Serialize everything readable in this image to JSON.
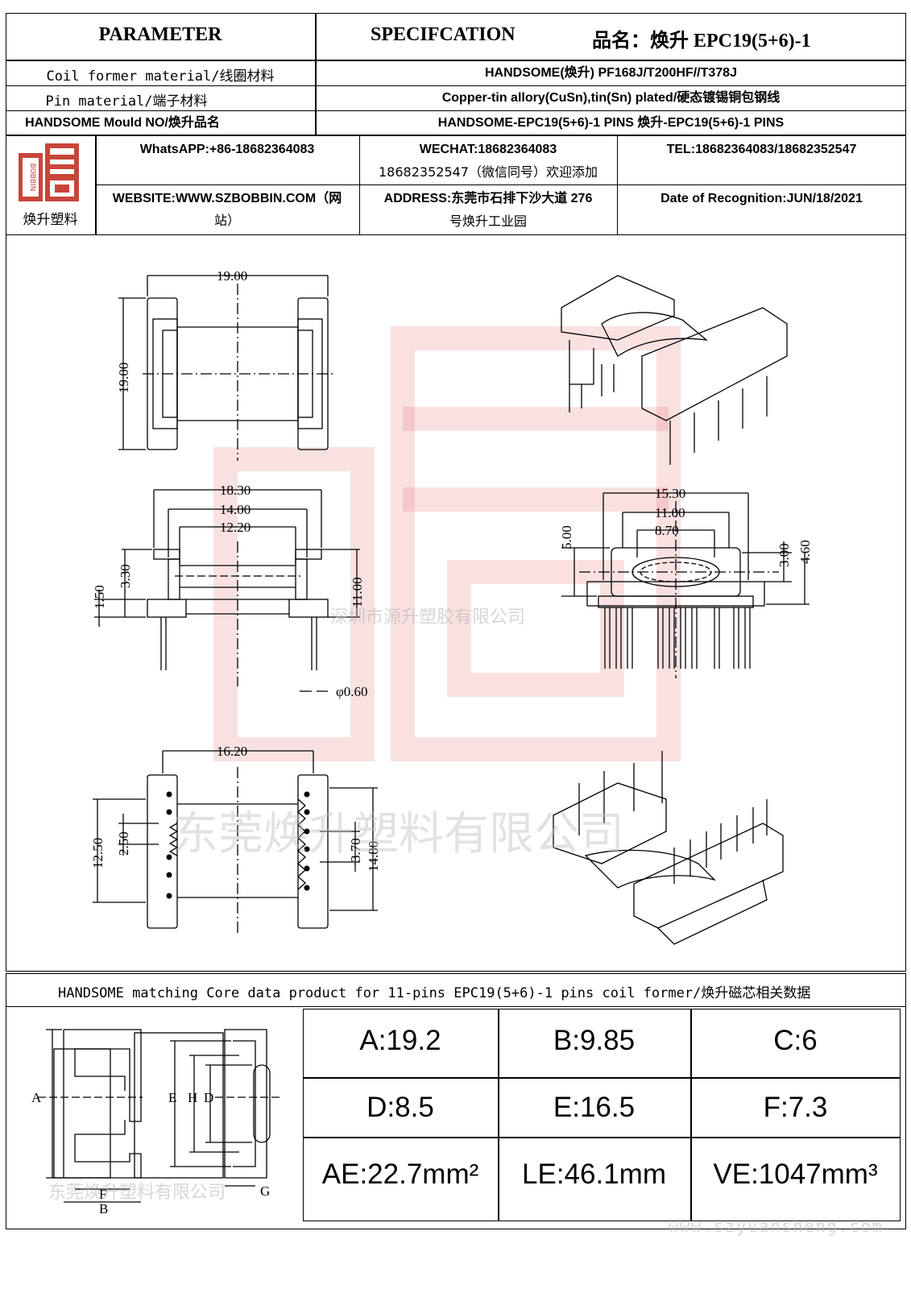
{
  "header": {
    "parameter": "PARAMETER",
    "specification": "SPECIFCATION",
    "product_name": "品名：焕升 EPC19(5+6)-1"
  },
  "rows": [
    {
      "label": "Coil former material/线圈材料",
      "value": "HANDSOME(焕升)   PF168J/T200HF//T378J"
    },
    {
      "label": "Pin material/端子材料",
      "value": "Copper-tin allory(CuSn),tin(Sn) plated/硬态镀锡铜包钢线"
    },
    {
      "label": "HANDSOME Mould NO/焕升品名",
      "value": "HANDSOME-EPC19(5+6)-1 PINS    焕升-EPC19(5+6)-1 PINS"
    }
  ],
  "contact": {
    "logo_caption": "焕升塑料",
    "logo_text": "BOBBIN",
    "whatsapp": "WhatsAPP:+86-18682364083",
    "wechat_line1": "WECHAT:18682364083",
    "wechat_line2": "18682352547（微信同号）欢迎添加",
    "tel": "TEL:18682364083/18682352547",
    "website_line1": "WEBSITE:WWW.SZBOBBIN.COM（网",
    "website_line2": "站）",
    "address_line1": "ADDRESS:东莞市石排下沙大道 276",
    "address_line2": "号焕升工业园",
    "date": "Date of Recognition:JUN/18/2021"
  },
  "drawing": {
    "dims": {
      "d19w": "19.00",
      "d19h": "19.00",
      "d1830": "18.30",
      "d1400": "14.00",
      "d1220": "12.20",
      "d330": "3.30",
      "d150": "1.50",
      "d1100": "11.00",
      "d060": "φ0.60",
      "d1530": "15.30",
      "d1100b": "11.00",
      "d870": "8.70",
      "d500": "5.00",
      "d300": "3.00",
      "d460": "4.60",
      "d1620": "16.20",
      "d1250": "12.50",
      "d250": "2.50",
      "d370": "3.70",
      "d1480": "14.80"
    },
    "watermark_cn1": "深圳市源升塑胶有限公司",
    "watermark_cn2": "东莞焕升塑料有限公司"
  },
  "core": {
    "title": "HANDSOME matching Core data  product for 11-pins EPC19(5+6)-1 pins coil former/焕升磁芯相关数据",
    "labels": {
      "A": "A",
      "B": "B",
      "E": "E",
      "H": "H",
      "D": "D",
      "F": "F",
      "G": "G"
    },
    "watermark": "东莞焕升塑料有限公司",
    "url": "www.szyuansheng.com",
    "values": [
      [
        "A:19.2",
        "B:9.85",
        "C:6"
      ],
      [
        "D:8.5",
        "E:16.5",
        "F:7.3"
      ],
      [
        "AE:22.7mm²",
        "LE:46.1mm",
        "VE:1047mm³"
      ]
    ]
  }
}
